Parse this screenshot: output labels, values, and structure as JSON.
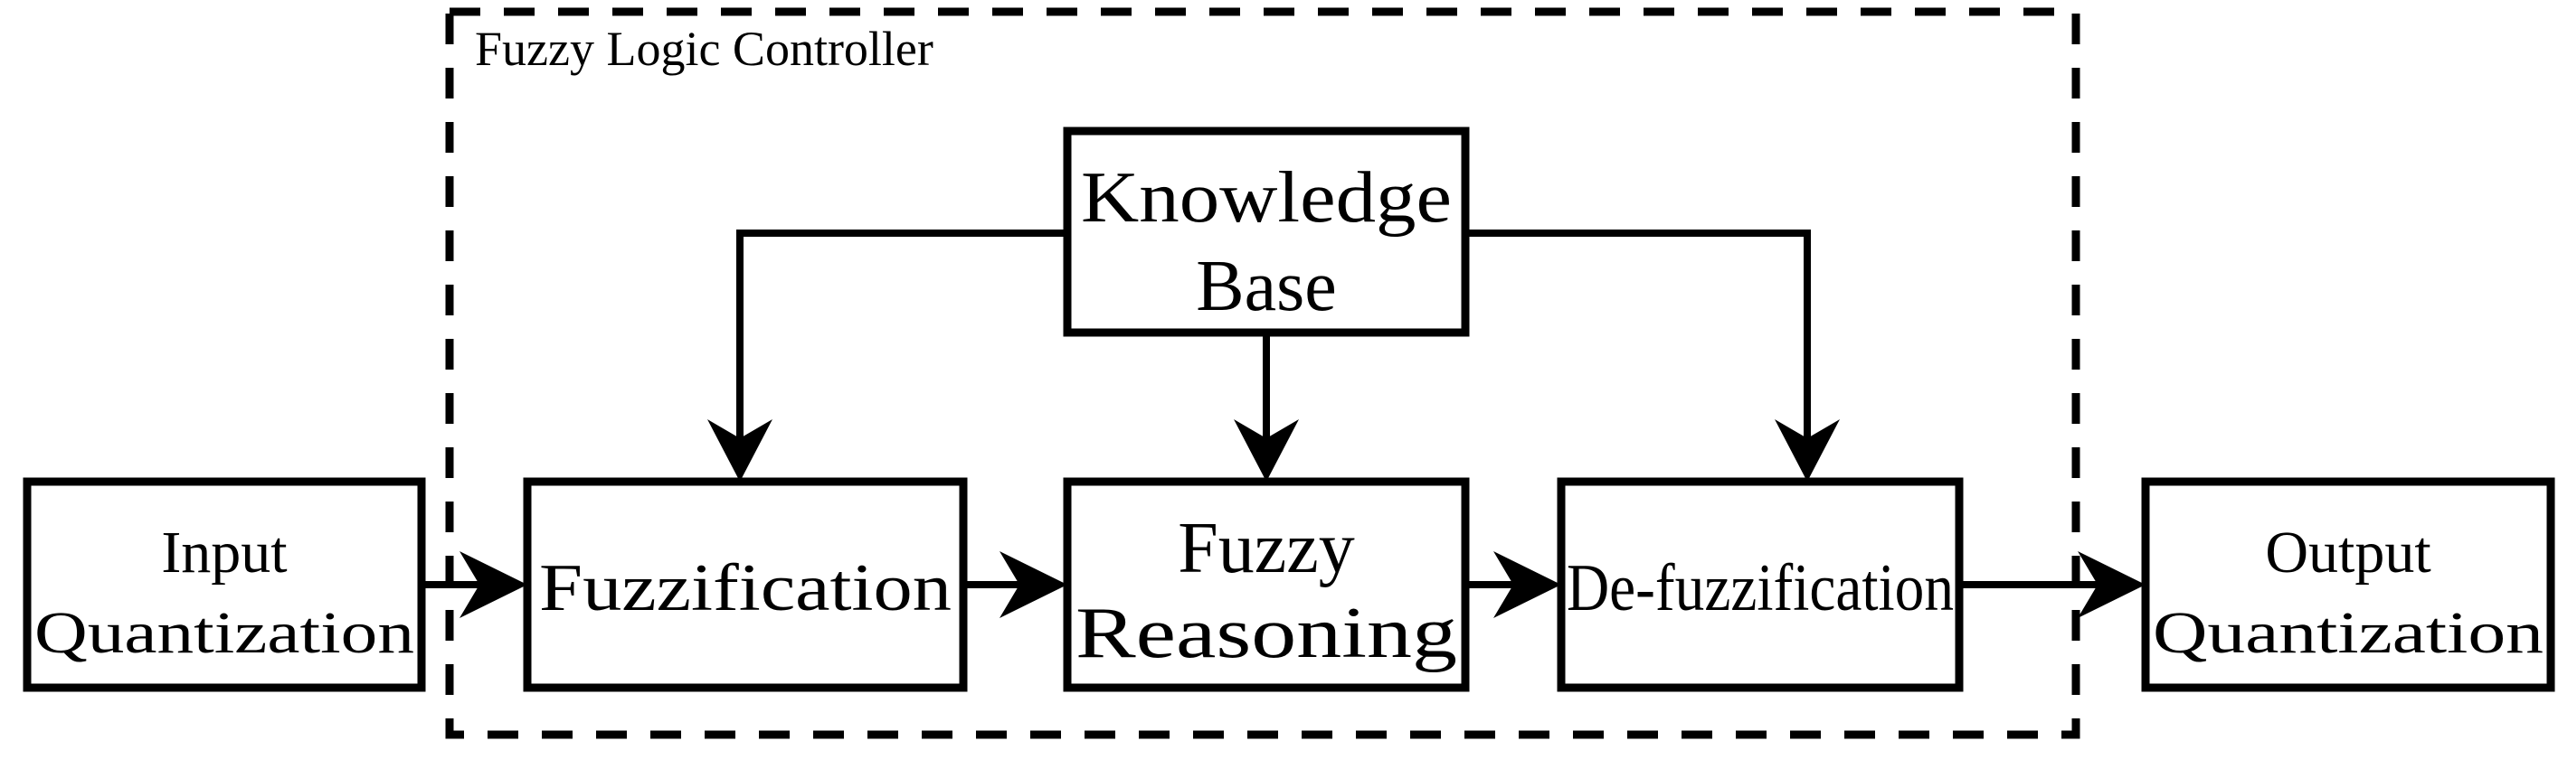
{
  "diagram": {
    "title": "Fuzzy Logic Controller Block Diagram",
    "background_color": "#ffffff",
    "line_color": "#000000",
    "frame": {
      "label": "Fuzzy Logic Controller",
      "style": "dashed"
    },
    "nodes": [
      {
        "id": "input-quantization",
        "line1": "Input",
        "line2": "Quantization",
        "inside_frame": false
      },
      {
        "id": "fuzzification",
        "line1": "Fuzzification",
        "line2": "",
        "inside_frame": true
      },
      {
        "id": "knowledge-base",
        "line1": "Knowledge",
        "line2": "Base",
        "inside_frame": true
      },
      {
        "id": "fuzzy-reasoning",
        "line1": "Fuzzy",
        "line2": "Reasoning",
        "inside_frame": true
      },
      {
        "id": "de-fuzzification",
        "line1": "De-fuzzification",
        "line2": "",
        "inside_frame": true
      },
      {
        "id": "output-quantization",
        "line1": "Output",
        "line2": "Quantization",
        "inside_frame": false
      }
    ],
    "connections": [
      {
        "id": "input-to-fuzzification",
        "from": "input-quantization",
        "to": "fuzzification",
        "kind": "arrow-right"
      },
      {
        "id": "fuzzification-to-reasoning",
        "from": "fuzzification",
        "to": "fuzzy-reasoning",
        "kind": "arrow-right"
      },
      {
        "id": "reasoning-to-defuzzification",
        "from": "fuzzy-reasoning",
        "to": "de-fuzzification",
        "kind": "arrow-right"
      },
      {
        "id": "defuzzification-to-output",
        "from": "de-fuzzification",
        "to": "output-quantization",
        "kind": "arrow-right"
      },
      {
        "id": "kb-to-fuzzification",
        "from": "knowledge-base",
        "to": "fuzzification",
        "kind": "elbow-down-left"
      },
      {
        "id": "kb-to-reasoning",
        "from": "knowledge-base",
        "to": "fuzzy-reasoning",
        "kind": "arrow-down"
      },
      {
        "id": "kb-to-defuzzification",
        "from": "knowledge-base",
        "to": "de-fuzzification",
        "kind": "elbow-down-right"
      }
    ]
  }
}
